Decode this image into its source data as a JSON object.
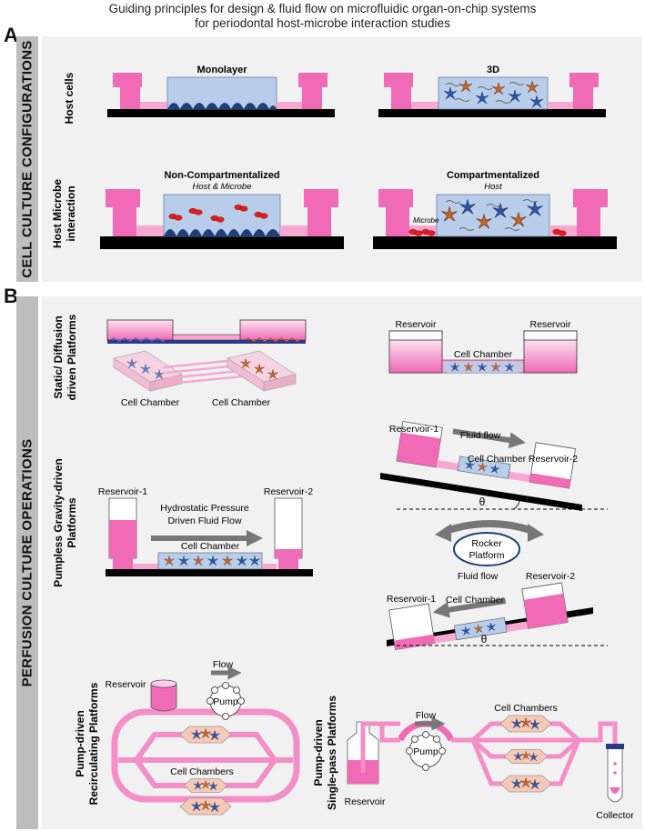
{
  "title_line1": "Guiding principles for design & fluid flow on microfluidic organ-on-chip systems",
  "title_line2": "for periodontal host-microbe interaction studies",
  "panelA": {
    "letter": "A",
    "section": "CELL CULTURE CONFIGURATIONS",
    "row1": "Host cells",
    "row2_line1": "Host Microbe",
    "row2_line2": "interaction",
    "monolayer": "Monolayer",
    "three_d": "3D",
    "noncomp": "Non-Compartmentalized",
    "noncomp_sub": "Host & Microbe",
    "comp": "Compartmentalized",
    "comp_sub": "Host",
    "microbe": "Microbe"
  },
  "panelB": {
    "letter": "B",
    "section": "PERFUSION CULTURE OPERATIONS",
    "static_line1": "Static/ Diffusion",
    "static_line2": "driven Platforms",
    "gravity_line1": "Pumpless Gravity-driven",
    "gravity_line2": "Platforms",
    "recirc_line1": "Pump-driven",
    "recirc_line2": "Recirculating Platforms",
    "single_line1": "Pump-driven",
    "single_line2": "Single-pass Platforms",
    "cell_chamber": "Cell Chamber",
    "cell_chambers": "Cell Chambers",
    "reservoir": "Reservoir",
    "reservoir1": "Reservoir-1",
    "reservoir2": "Reservoir-2",
    "hydro_line1": "Hydrostatic Pressure",
    "hydro_line2": "Driven Fluid Flow",
    "fluid_flow": "Fluid flow",
    "theta": "θ",
    "rocker_line1": "Rocker",
    "rocker_line2": "Platform",
    "pump": "Pump",
    "flow": "Flow",
    "collector": "Collector"
  },
  "colors": {
    "pink": "#f06ab5",
    "light_pink": "#f9b6d8",
    "blue": "#b7cdea",
    "dark_blue": "#1f3f7a",
    "gray_bar": "#bdbdbd"
  }
}
